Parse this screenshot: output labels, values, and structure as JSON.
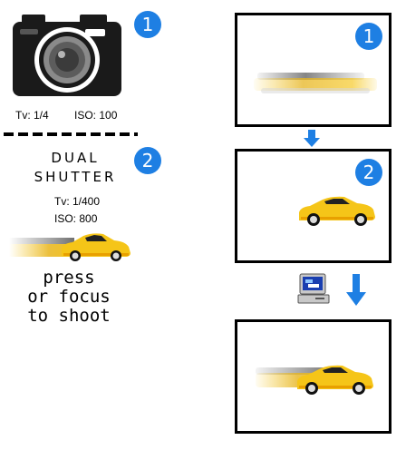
{
  "left": {
    "badge1": "1",
    "camera_settings": {
      "tv": "Tv: 1/4",
      "iso": "ISO: 100"
    },
    "badge2": "2",
    "dual_shutter": {
      "line1": "DUAL",
      "line2": "SHUTTER"
    },
    "dual_settings": {
      "tv": "Tv: 1/400",
      "iso": "ISO: 800"
    },
    "instruction": {
      "line1": "press",
      "line2": "or focus",
      "line3": "to shoot"
    }
  },
  "right": {
    "frame1_badge": "1",
    "frame2_badge": "2"
  },
  "colors": {
    "badge": "#1e7fe3",
    "arrow": "#1e7fe3",
    "car_body": "#f5c518",
    "car_accent": "#e8a000"
  },
  "icons": {
    "camera": "camera-icon",
    "computer": "computer-icon",
    "arrow": "arrow-down-icon"
  }
}
